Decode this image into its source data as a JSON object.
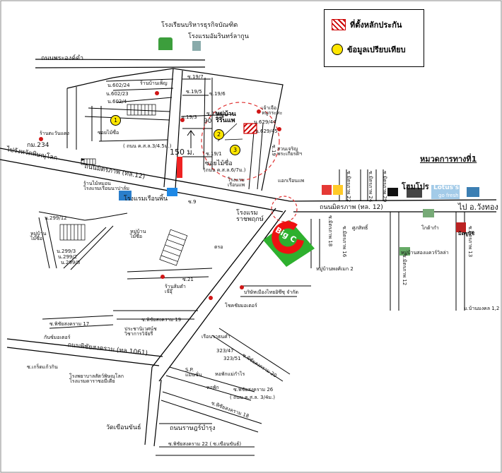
{
  "legend": {
    "collateral": "ที่ตั้งหลักประกัน",
    "comparison": "ข้อมูลเปรียบเทียบ"
  },
  "markers": [
    "1",
    "2",
    "3"
  ],
  "roads": {
    "mittraphap": "ถนนมิตรภาพ (ทล.12)",
    "mittraphap_e": "ถนนมิตรภาพ (ทล. 12)",
    "phra_ong_dam": "ถนนพระองค์ดำ",
    "phichai_songkhram": "ถนนพิชัยสงคราม (ทล.1061)",
    "ratcha_bamrung": "ถนนราษฎร์บำรุง",
    "to_wangthong": "ไป อ.วังทอง",
    "to_phichit": "ไปจังหวัดพิษณุโลก",
    "km234": "กม.234"
  },
  "sois": {
    "s19_7": "ซ.19/7",
    "s19_6": "ซ.19/6",
    "s19_5": "ซ.19/5",
    "s19_4": "ซ.19/4",
    "s19_3": "ซ.19/3",
    "s19_2": "ซ.19/2",
    "s19_1": "ซ.19/1",
    "s19": "ซ.19",
    "s21": "ซ.21",
    "s9": "ซ.9",
    "soi_maisue": "ซอยไม้ซื่อ",
    "soi_maisue_road": "(ถนน ค.ส.ล.6/7ม.)",
    "road_6_5m": "( ถนน ค.ส.ล.3/4.5ม.)",
    "ps17": "ซ.พิชัยสงคราม 17",
    "ps19": "ซ.พิชัยสงคราม 19",
    "ps20": "ซ.พิชัยสงคราม 20",
    "ps26": "ซ.พิชัยสงคราม 26",
    "ps26_road": "( ถนน ค.ส.ล. 3/4ม.)",
    "ps18": "ซ.พิชัยสงคราม 18",
    "ps22": "ซ.พิชัยสงคราม 22 ( ซ.เขือนขันธ์)",
    "m22": "ซ.มิตรภาพ 22",
    "m24": "ซ.มิตรภาพ 24",
    "m29": "ซ.มิตรภาพ 29",
    "m18": "ซ.มิตรภาพ 18",
    "m16": "ซ.มิตรภาพ 16",
    "m12": "ซ.มิตรภาพ 12",
    "m13": "ซ.มิตรภาพ 13",
    "m19": "ซ.19"
  },
  "places": {
    "school_top": "โรงเรียนบริหารธุรกิจบัณฑิต",
    "hotel_amarin": "โรงแรมอัมรินทร์ลากูน",
    "shop_phen": "ร้านบ้านเพ็ญ",
    "n602_24": "น.602/24",
    "n602_23": "น.602/23",
    "n602_4": "น.602/4",
    "shop_taward": "ร้านตะวันแดง",
    "soi_maisue_lbl": "ซอยไม้ซื่อ",
    "village_rinpa": "หมู่บ้าน\nริรินแพ",
    "n629_44": "น.629/44",
    "n629_45": "น.629/45",
    "jiwon": "เจ้าเจือ\nหมูกระทะ",
    "garden": "สวนเจริญ\nพระเกียรติฯ",
    "num90": "90",
    "dist150": "150 ม.",
    "school_ruenpae": "โรงแรม\nเรือนแพ",
    "ekruenpae": "แอกเรือนแพ",
    "highway1": "หมวดการทางที่1",
    "homepro": "โฮมโปร",
    "lotus": "Lotus's",
    "lotus_sub": "go fresh",
    "hotel_ruenphae": "โรงแรมเรือนพิ้น",
    "shop_mainam": "ร้านไม้หมอน\nโรงแรมเรือนนาปาล์ม",
    "hotel_rachapruek": "โรงแรม\nราชพฤกษ์",
    "village_maisue": "หมู่บ้าน\nไม้ซื่อ",
    "n299_12": "น.299/12",
    "n299_3": "น.299/3",
    "n299_2": "น.299/2",
    "n299_8": "น.299/8",
    "village_maisue2": "หมู่บ้าน\nไม้ซื่อ",
    "post": "ตรอ",
    "sukhsit": "ศูภสิทธิ์",
    "kota": "โกต้ากำ",
    "mitsu": "มิตซูบิชิ",
    "village_pong": "หมู่บ้านพงศ์เมก 2",
    "village_songkhwae": "หมู่บ้านสองแควร์วิลล่า",
    "baan_porpiam": "ม.บ้านมงคล 1,2",
    "company": "บริษัทเมืองไทยอิซึซุ จำกัด",
    "shop_tamkhai": "ร้านส้มตำ\nเจ๊อุ๊",
    "stech": "โชคชัยมอเตอร์",
    "prachaniwet": "ประชานิเวศน์ช\nวิชาการวิจัยรี",
    "ruenwatana": "เรือนวาธนคำ",
    "n323_47": "323/47",
    "n323_51": "323/51",
    "shop_kanna": "กันซ์มอเตอร์",
    "kotreasure": "ซ.เกร็ดแก้วกิน",
    "hospital": "โรงพยาบาลสัตว์พิษณุโลก\nโรงแรมดาราซอมีเดีย",
    "sp_mansion": "S.P.\nแมนชั่น",
    "dorm_chai": "หอพักแม่กำไร",
    "dorm": "หอพัก",
    "wat": "วัดเขือนขันธ์",
    "bigc": "Big C"
  }
}
